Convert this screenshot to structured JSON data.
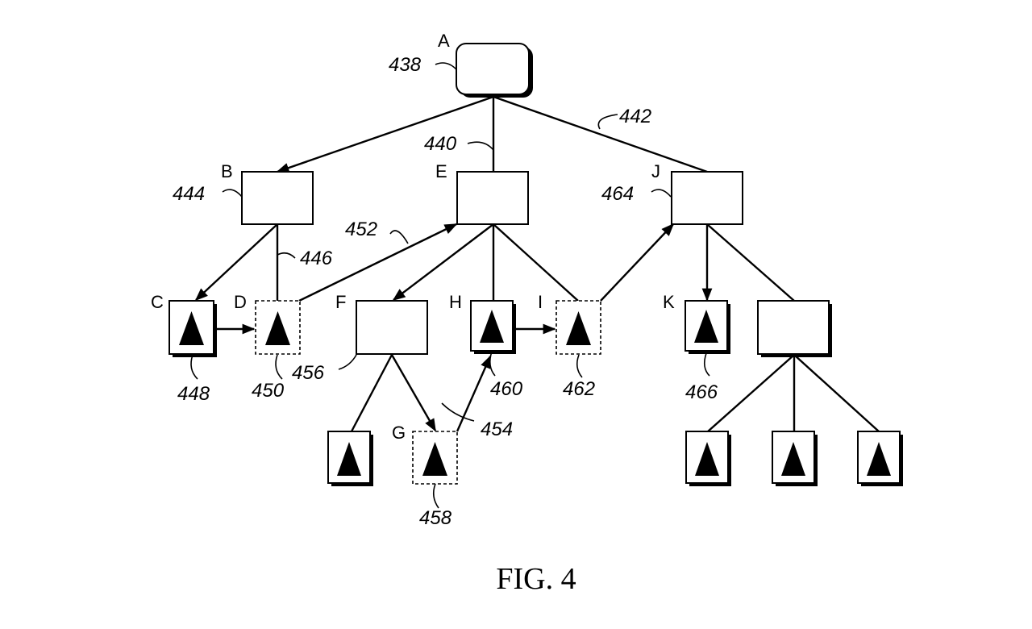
{
  "figure": {
    "caption": "FIG. 4",
    "nodes": {
      "A": "A",
      "B": "B",
      "C": "C",
      "D": "D",
      "E": "E",
      "F": "F",
      "G": "G",
      "H": "H",
      "I": "I",
      "J": "J",
      "K": "K"
    },
    "refs": {
      "r438": "438",
      "r440": "440",
      "r442": "442",
      "r444": "444",
      "r446": "446",
      "r448": "448",
      "r450": "450",
      "r452": "452",
      "r454": "454",
      "r456": "456",
      "r458": "458",
      "r460": "460",
      "r462": "462",
      "r464": "464",
      "r466": "466"
    }
  }
}
